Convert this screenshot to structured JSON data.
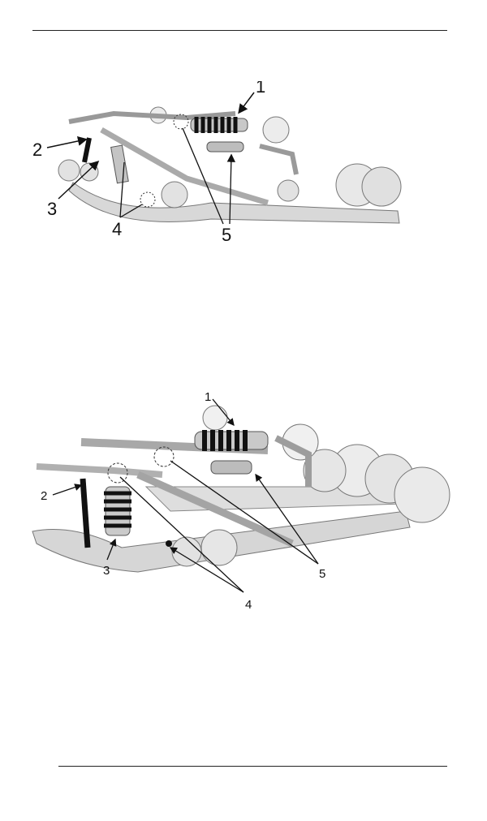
{
  "figure_top": {
    "callouts": [
      {
        "id": "1",
        "text": "1"
      },
      {
        "id": "2",
        "text": "2"
      },
      {
        "id": "3",
        "text": "3"
      },
      {
        "id": "4",
        "text": "4"
      },
      {
        "id": "5",
        "text": "5"
      }
    ]
  },
  "figure_bottom": {
    "callouts": [
      {
        "id": "1",
        "text": "1"
      },
      {
        "id": "2",
        "text": "2"
      },
      {
        "id": "3",
        "text": "3"
      },
      {
        "id": "4",
        "text": "4"
      },
      {
        "id": "5",
        "text": "5"
      }
    ]
  },
  "colors": {
    "metal_light": "#e6e6e6",
    "metal_mid": "#bdbdbd",
    "metal_dark": "#8a8a8a",
    "spring": "#1a1a1a",
    "line": "#222222"
  }
}
